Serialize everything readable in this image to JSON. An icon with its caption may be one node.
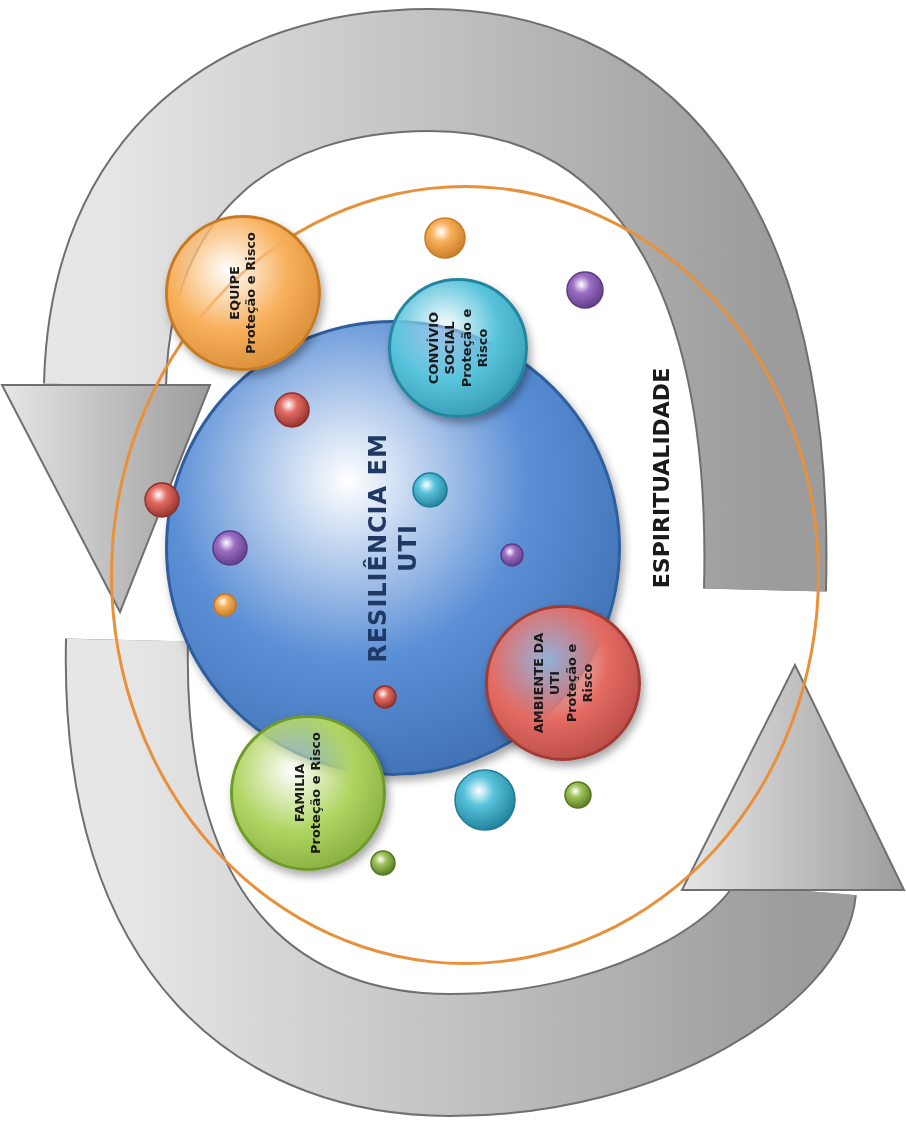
{
  "diagram": {
    "nodes": [
      {
        "text": [
          "ESPIRITUALIDADE"
        ]
      },
      {
        "text": [
          "RESILIÊNCIA EM UTI"
        ],
        "in": 0
      },
      {
        "text": [
          "EQUIPE",
          "Proteção e Risco"
        ],
        "in": 0
      },
      {
        "text": [
          "CONVÍVIO SOCIAL",
          "Proteção e Risco"
        ],
        "in": 0
      },
      {
        "text": [
          "AMBIENTE DA UTI",
          "Proteção e Risco"
        ],
        "in": 0
      },
      {
        "text": [
          "FAMILIA",
          "Proteção e Risco"
        ],
        "in": 0
      }
    ]
  }
}
